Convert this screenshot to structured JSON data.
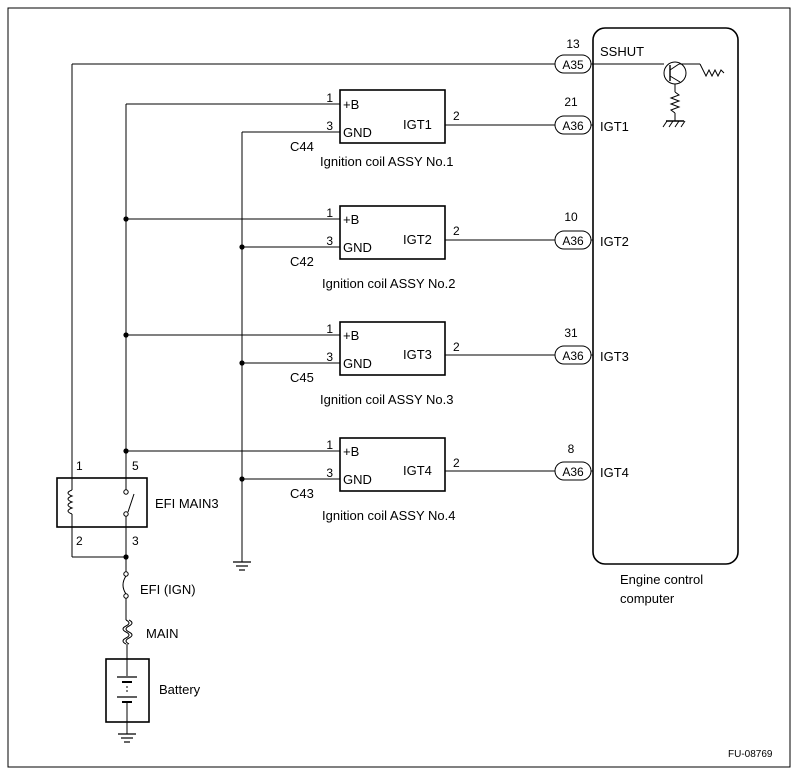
{
  "diagram_id": "FU-08769",
  "ecu": {
    "name_line1": "Engine control",
    "name_line2": "computer",
    "sshut": {
      "pin": "13",
      "connector": "A35",
      "label": "SSHUT"
    },
    "igt": [
      {
        "pin": "21",
        "connector": "A36",
        "label": "IGT1"
      },
      {
        "pin": "10",
        "connector": "A36",
        "label": "IGT2"
      },
      {
        "pin": "31",
        "connector": "A36",
        "label": "IGT3"
      },
      {
        "pin": "8",
        "connector": "A36",
        "label": "IGT4"
      }
    ]
  },
  "coils": [
    {
      "connector": "C44",
      "name": "Ignition coil ASSY No.1",
      "signal": "IGT1",
      "pin_b": "1",
      "pin_gnd": "3",
      "pin_out": "2",
      "b_label": "+B",
      "gnd_label": "GND"
    },
    {
      "connector": "C42",
      "name": "Ignition coil ASSY No.2",
      "signal": "IGT2",
      "pin_b": "1",
      "pin_gnd": "3",
      "pin_out": "2",
      "b_label": "+B",
      "gnd_label": "GND"
    },
    {
      "connector": "C45",
      "name": "Ignition coil ASSY No.3",
      "signal": "IGT3",
      "pin_b": "1",
      "pin_gnd": "3",
      "pin_out": "2",
      "b_label": "+B",
      "gnd_label": "GND"
    },
    {
      "connector": "C43",
      "name": "Ignition coil ASSY No.4",
      "signal": "IGT4",
      "pin_b": "1",
      "pin_gnd": "3",
      "pin_out": "2",
      "b_label": "+B",
      "gnd_label": "GND"
    }
  ],
  "relay": {
    "name": "EFI MAIN3",
    "pin_1": "1",
    "pin_5": "5",
    "pin_2": "2",
    "pin_3": "3"
  },
  "fuse_efi": "EFI (IGN)",
  "fuse_main": "MAIN",
  "battery": "Battery"
}
